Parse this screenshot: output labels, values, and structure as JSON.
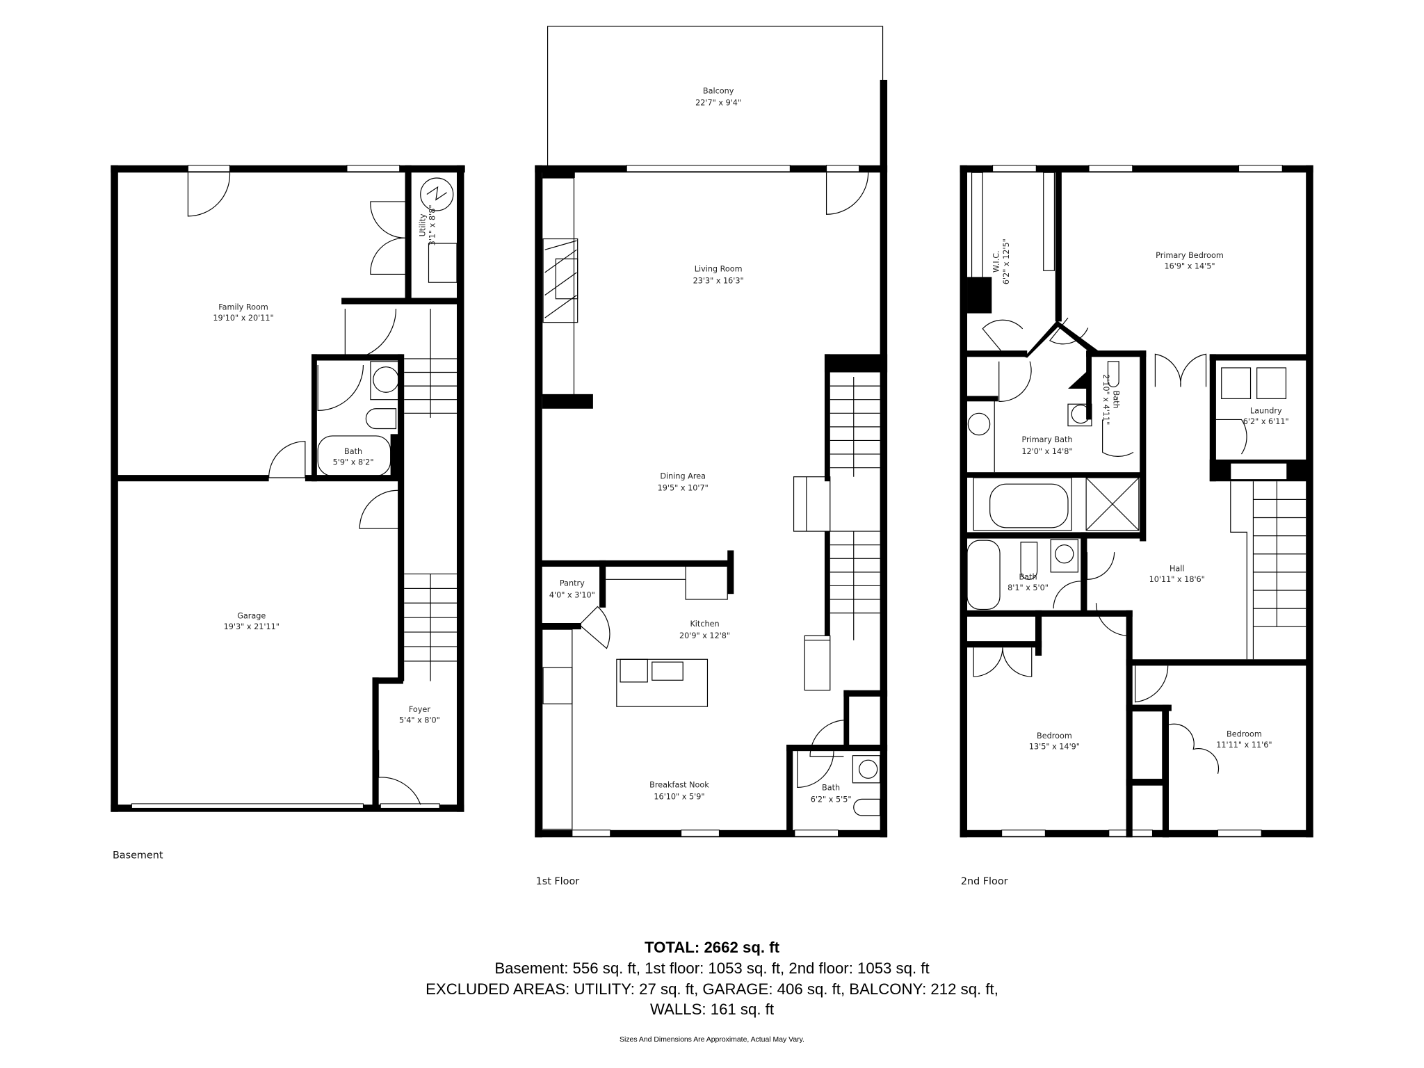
{
  "floors": {
    "basement": {
      "label": "Basement",
      "rooms": [
        {
          "name": "Family Room",
          "dims": "19'10\" x 20'11\""
        },
        {
          "name": "Utility",
          "dims": "3'1\" x 8'8\""
        },
        {
          "name": "Bath",
          "dims": "5'9\" x 8'2\""
        },
        {
          "name": "Garage",
          "dims": "19'3\" x 21'11\""
        },
        {
          "name": "Foyer",
          "dims": "5'4\" x 8'0\""
        }
      ]
    },
    "first": {
      "label": "1st Floor",
      "rooms": [
        {
          "name": "Balcony",
          "dims": "22'7\" x 9'4\""
        },
        {
          "name": "Living Room",
          "dims": "23'3\" x 16'3\""
        },
        {
          "name": "Dining Area",
          "dims": "19'5\" x 10'7\""
        },
        {
          "name": "Pantry",
          "dims": "4'0\" x 3'10\""
        },
        {
          "name": "Kitchen",
          "dims": "20'9\" x 12'8\""
        },
        {
          "name": "Breakfast Nook",
          "dims": "16'10\" x 5'9\""
        },
        {
          "name": "Bath",
          "dims": "6'2\" x 5'5\""
        }
      ]
    },
    "second": {
      "label": "2nd Floor",
      "rooms": [
        {
          "name": "W.I.C.",
          "dims": "6'2\" x 12'5\""
        },
        {
          "name": "Primary Bedroom",
          "dims": "16'9\" x 14'5\""
        },
        {
          "name": "Bath",
          "dims": "2'10\" x 4'11\""
        },
        {
          "name": "Primary Bath",
          "dims": "12'0\" x 14'8\""
        },
        {
          "name": "Laundry",
          "dims": "6'2\" x 6'11\""
        },
        {
          "name": "Hall",
          "dims": "10'11\" x 18'6\""
        },
        {
          "name": "Bath",
          "dims": "8'1\" x 5'0\""
        },
        {
          "name": "Bedroom",
          "dims": "13'5\" x 14'9\""
        },
        {
          "name": "Bedroom",
          "dims": "11'11\" x 11'6\""
        }
      ]
    }
  },
  "summary": {
    "total": "TOTAL: 2662 sq. ft",
    "floors_line": "Basement: 556 sq. ft, 1st floor: 1053 sq. ft, 2nd floor: 1053 sq. ft",
    "excluded_line": "EXCLUDED AREAS: UTILITY: 27 sq. ft, GARAGE: 406 sq. ft, BALCONY: 212 sq. ft,",
    "walls_line": "WALLS: 161 sq. ft",
    "disclaimer": "Sizes And Dimensions Are Approximate, Actual May Vary."
  }
}
